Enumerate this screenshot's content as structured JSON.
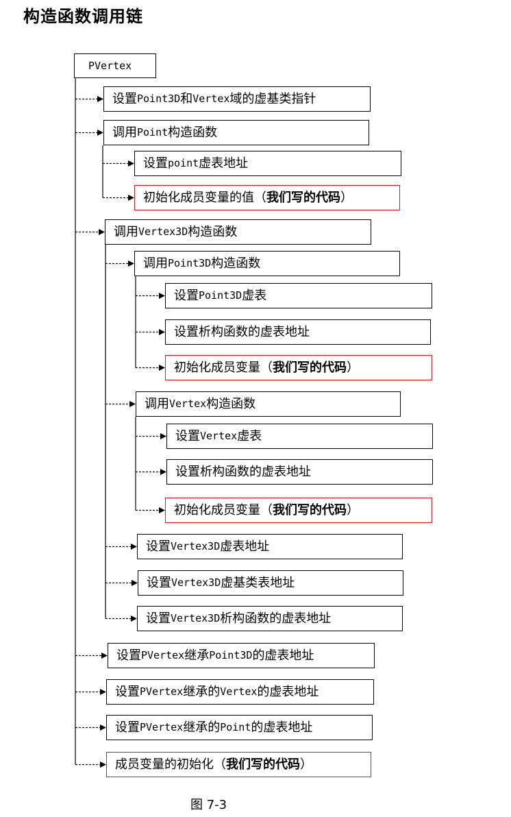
{
  "title": "构造函数调用链",
  "caption": "图 7-3",
  "nodes": [
    {
      "id": "root",
      "parts": [
        {
          "t": "PVertex",
          "s": "m"
        }
      ]
    },
    {
      "id": "n1",
      "parts": [
        {
          "t": "设置 "
        },
        {
          "t": "Point3D",
          "s": "m"
        },
        {
          "t": " 和 "
        },
        {
          "t": "Vertex",
          "s": "m"
        },
        {
          "t": " 域的虚基类指针"
        }
      ]
    },
    {
      "id": "n2",
      "parts": [
        {
          "t": "调用 "
        },
        {
          "t": "Point",
          "s": "m"
        },
        {
          "t": " 构造函数"
        }
      ]
    },
    {
      "id": "n2a",
      "parts": [
        {
          "t": "设置 "
        },
        {
          "t": "point",
          "s": "m"
        },
        {
          "t": " 虚表地址"
        }
      ]
    },
    {
      "id": "n2b",
      "red": true,
      "parts": [
        {
          "t": "初始化成员变量的值（"
        },
        {
          "t": "我们写的代码",
          "s": "b"
        },
        {
          "t": "）"
        }
      ]
    },
    {
      "id": "n3",
      "parts": [
        {
          "t": "调用 "
        },
        {
          "t": "Vertex3D",
          "s": "m"
        },
        {
          "t": " 构造函数"
        }
      ]
    },
    {
      "id": "n3a",
      "parts": [
        {
          "t": "调用 "
        },
        {
          "t": "Point3D",
          "s": "m"
        },
        {
          "t": " 构造函数"
        }
      ]
    },
    {
      "id": "n3a1",
      "parts": [
        {
          "t": "设置 "
        },
        {
          "t": "Point3D",
          "s": "m"
        },
        {
          "t": " 虚表"
        }
      ]
    },
    {
      "id": "n3a2",
      "parts": [
        {
          "t": "设置析构函数的虚表地址"
        }
      ]
    },
    {
      "id": "n3a3",
      "red": true,
      "parts": [
        {
          "t": "初始化成员变量（"
        },
        {
          "t": "我们写的代码",
          "s": "b"
        },
        {
          "t": "）"
        }
      ]
    },
    {
      "id": "n3b",
      "parts": [
        {
          "t": "调用 "
        },
        {
          "t": "Vertex",
          "s": "m"
        },
        {
          "t": " 构造函数"
        }
      ]
    },
    {
      "id": "n3b1",
      "parts": [
        {
          "t": "设置 "
        },
        {
          "t": "Vertex",
          "s": "m"
        },
        {
          "t": " 虚表"
        }
      ]
    },
    {
      "id": "n3b2",
      "parts": [
        {
          "t": "设置析构函数的虚表地址"
        }
      ]
    },
    {
      "id": "n3b3",
      "red": true,
      "parts": [
        {
          "t": "初始化成员变量（"
        },
        {
          "t": "我们写的代码",
          "s": "b"
        },
        {
          "t": "）"
        }
      ]
    },
    {
      "id": "n3c",
      "parts": [
        {
          "t": "设置 "
        },
        {
          "t": "Vertex3D",
          "s": "m"
        },
        {
          "t": " 虚表地址"
        }
      ]
    },
    {
      "id": "n3d",
      "parts": [
        {
          "t": "设置 "
        },
        {
          "t": "Vertex3D",
          "s": "m"
        },
        {
          "t": " 虚基类表地址"
        }
      ]
    },
    {
      "id": "n3e",
      "parts": [
        {
          "t": "设置 "
        },
        {
          "t": "Vertex3D",
          "s": "m"
        },
        {
          "t": " 析构函数的虚表地址"
        }
      ]
    },
    {
      "id": "n4",
      "parts": [
        {
          "t": "设置 "
        },
        {
          "t": "PVertex",
          "s": "m"
        },
        {
          "t": " 继承 "
        },
        {
          "t": "Point3D",
          "s": "m"
        },
        {
          "t": " 的虚表地址"
        }
      ]
    },
    {
      "id": "n5",
      "parts": [
        {
          "t": "设置 "
        },
        {
          "t": "PVertex",
          "s": "m"
        },
        {
          "t": " 继承的 "
        },
        {
          "t": "Vertex",
          "s": "m"
        },
        {
          "t": " 的虚表地址"
        }
      ]
    },
    {
      "id": "n6",
      "parts": [
        {
          "t": "设置 "
        },
        {
          "t": "PVertex",
          "s": "m"
        },
        {
          "t": " 继承的 "
        },
        {
          "t": "Point",
          "s": "m"
        },
        {
          "t": " 的虚表地址"
        }
      ]
    },
    {
      "id": "n7",
      "red": true,
      "parts": [
        {
          "t": "成员变量的初始化（"
        },
        {
          "t": "我们写的代码",
          "s": "b"
        },
        {
          "t": "）"
        }
      ]
    }
  ],
  "edges": [
    [
      "root",
      "n1"
    ],
    [
      "root",
      "n2"
    ],
    [
      "root",
      "n3"
    ],
    [
      "root",
      "n4"
    ],
    [
      "root",
      "n5"
    ],
    [
      "root",
      "n6"
    ],
    [
      "root",
      "n7"
    ],
    [
      "n2",
      "n2a"
    ],
    [
      "n2",
      "n2b"
    ],
    [
      "n3",
      "n3a"
    ],
    [
      "n3",
      "n3b"
    ],
    [
      "n3",
      "n3c"
    ],
    [
      "n3",
      "n3d"
    ],
    [
      "n3",
      "n3e"
    ],
    [
      "n3a",
      "n3a1"
    ],
    [
      "n3a",
      "n3a2"
    ],
    [
      "n3a",
      "n3a3"
    ],
    [
      "n3b",
      "n3b1"
    ],
    [
      "n3b",
      "n3b2"
    ],
    [
      "n3b",
      "n3b3"
    ]
  ],
  "colors": {
    "line": "#000000",
    "highlight_border": "#e0141e"
  }
}
